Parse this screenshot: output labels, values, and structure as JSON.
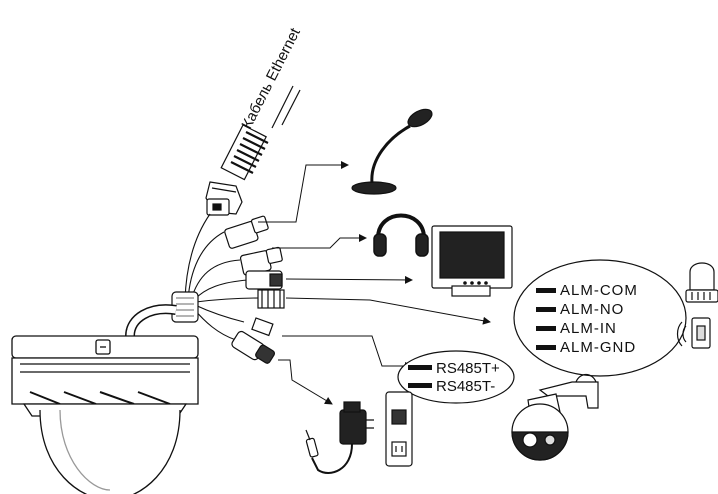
{
  "cable_label": "Кабель Ethernet",
  "alarm_terminals": [
    "ALM-COM",
    "ALM-NO",
    "ALM-IN",
    "ALM-GND"
  ],
  "rs485_terminals": [
    "RS485T+",
    "RS485T-"
  ],
  "colors": {
    "line": "#111111",
    "fill": "#ffffff",
    "light": "#dddddd",
    "dark": "#333333"
  }
}
